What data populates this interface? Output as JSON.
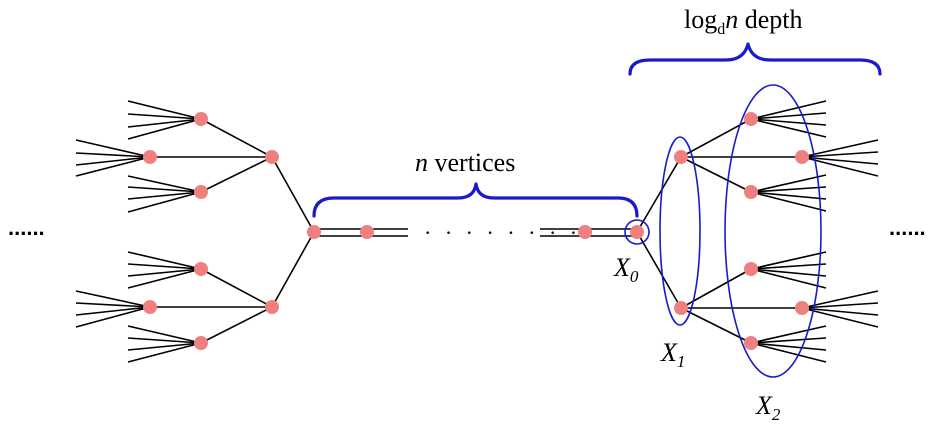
{
  "colors": {
    "node": "#f08080",
    "highlight": "#1a1acc",
    "edge": "#000000"
  },
  "labels": {
    "depth_log": "log",
    "depth_sub": "d",
    "depth_n": "n",
    "depth_word": " depth",
    "vertices_n": "n",
    "vertices_word": " vertices",
    "x0_main": "X",
    "x0_sub": "0",
    "x1_main": "X",
    "x1_sub": "1",
    "x2_main": "X",
    "x2_sub": "2",
    "left_ellipsis": "......",
    "right_ellipsis": "......",
    "path_dots": "· · · · · · · ·"
  }
}
